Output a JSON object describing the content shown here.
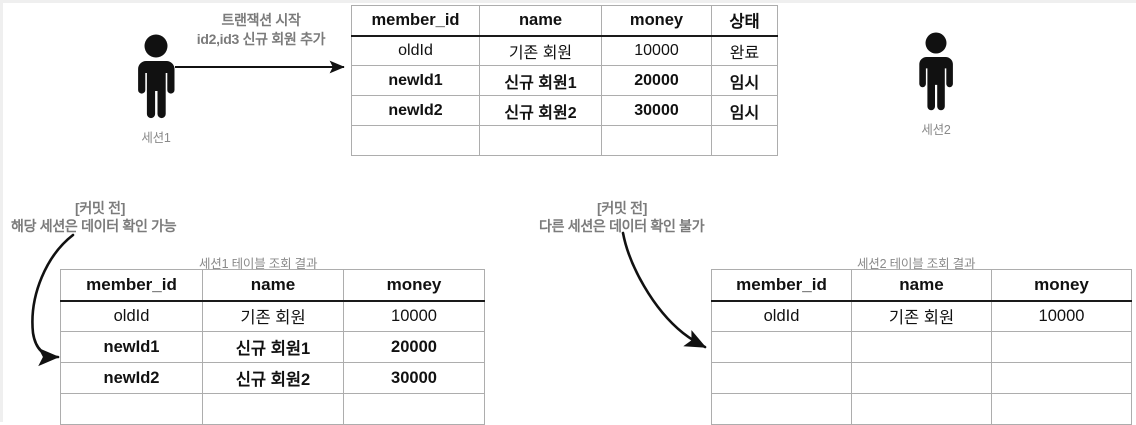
{
  "diagram": {
    "title": "MySQL transaction isolation before commit",
    "session1": {
      "icon": "person-icon",
      "label": "세션1",
      "arrow_caption_line1": "트랜잭션 시작",
      "arrow_caption_line2": "id2,id3 신규 회원 추가"
    },
    "session2": {
      "icon": "person-icon",
      "label": "세션2"
    },
    "annotation_left": {
      "line1": "[커밋 전]",
      "line2": "해당 세션은 데이터 확인 가능"
    },
    "annotation_right": {
      "line1": "[커밋 전]",
      "line2": "다른 세션은 데이터 확인 불가"
    },
    "table_title_left": "세션1 테이블 조회 결과",
    "table_title_right": "세션2 테이블 조회 결과"
  },
  "top_table": {
    "columns": [
      "member_id",
      "name",
      "money",
      "상태"
    ],
    "rows": [
      {
        "cells": [
          "oldId",
          "기존 회원",
          "10000",
          "완료"
        ],
        "bold": false
      },
      {
        "cells": [
          "newId1",
          "신규 회원1",
          "20000",
          "임시"
        ],
        "bold": true
      },
      {
        "cells": [
          "newId2",
          "신규 회원2",
          "30000",
          "임시"
        ],
        "bold": true
      },
      {
        "cells": [
          "",
          "",
          "",
          ""
        ],
        "bold": false
      }
    ]
  },
  "left_table": {
    "columns": [
      "member_id",
      "name",
      "money"
    ],
    "rows": [
      {
        "cells": [
          "oldId",
          "기존 회원",
          "10000"
        ],
        "bold": false
      },
      {
        "cells": [
          "newId1",
          "신규 회원1",
          "20000"
        ],
        "bold": true
      },
      {
        "cells": [
          "newId2",
          "신규 회원2",
          "30000"
        ],
        "bold": true
      },
      {
        "cells": [
          "",
          "",
          ""
        ],
        "bold": false
      }
    ]
  },
  "right_table": {
    "columns": [
      "member_id",
      "name",
      "money"
    ],
    "rows": [
      {
        "cells": [
          "oldId",
          "기존 회원",
          "10000"
        ],
        "bold": false
      },
      {
        "cells": [
          "",
          "",
          ""
        ],
        "bold": false
      },
      {
        "cells": [
          "",
          "",
          ""
        ],
        "bold": false
      },
      {
        "cells": [
          "",
          "",
          ""
        ],
        "bold": false
      }
    ]
  },
  "colors": {
    "text_dark": "#111111",
    "text_muted": "#7b7b7b",
    "table_border": "#adadad",
    "header_rule": "#1a1a1a",
    "icon_fill": "#111111"
  }
}
